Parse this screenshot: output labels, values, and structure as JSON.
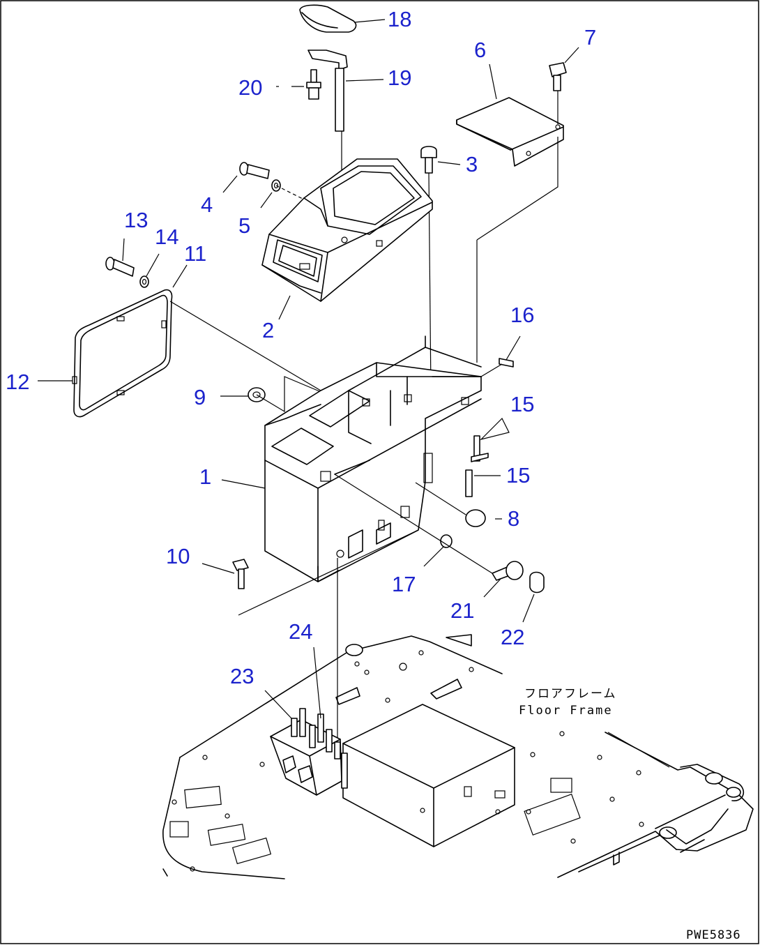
{
  "diagram": {
    "part_numbers": [
      "1",
      "2",
      "3",
      "4",
      "5",
      "6",
      "7",
      "8",
      "9",
      "10",
      "11",
      "12",
      "13",
      "14",
      "15",
      "15",
      "16",
      "17",
      "18",
      "19",
      "20",
      "21",
      "22",
      "23",
      "24"
    ],
    "floor_frame_label_jp": "フロアフレーム",
    "floor_frame_label_en": "Floor Frame",
    "drawing_code": "PWE5836"
  },
  "colors": {
    "label": "#1b22cc",
    "line": "#000000",
    "background": "#ffffff"
  }
}
